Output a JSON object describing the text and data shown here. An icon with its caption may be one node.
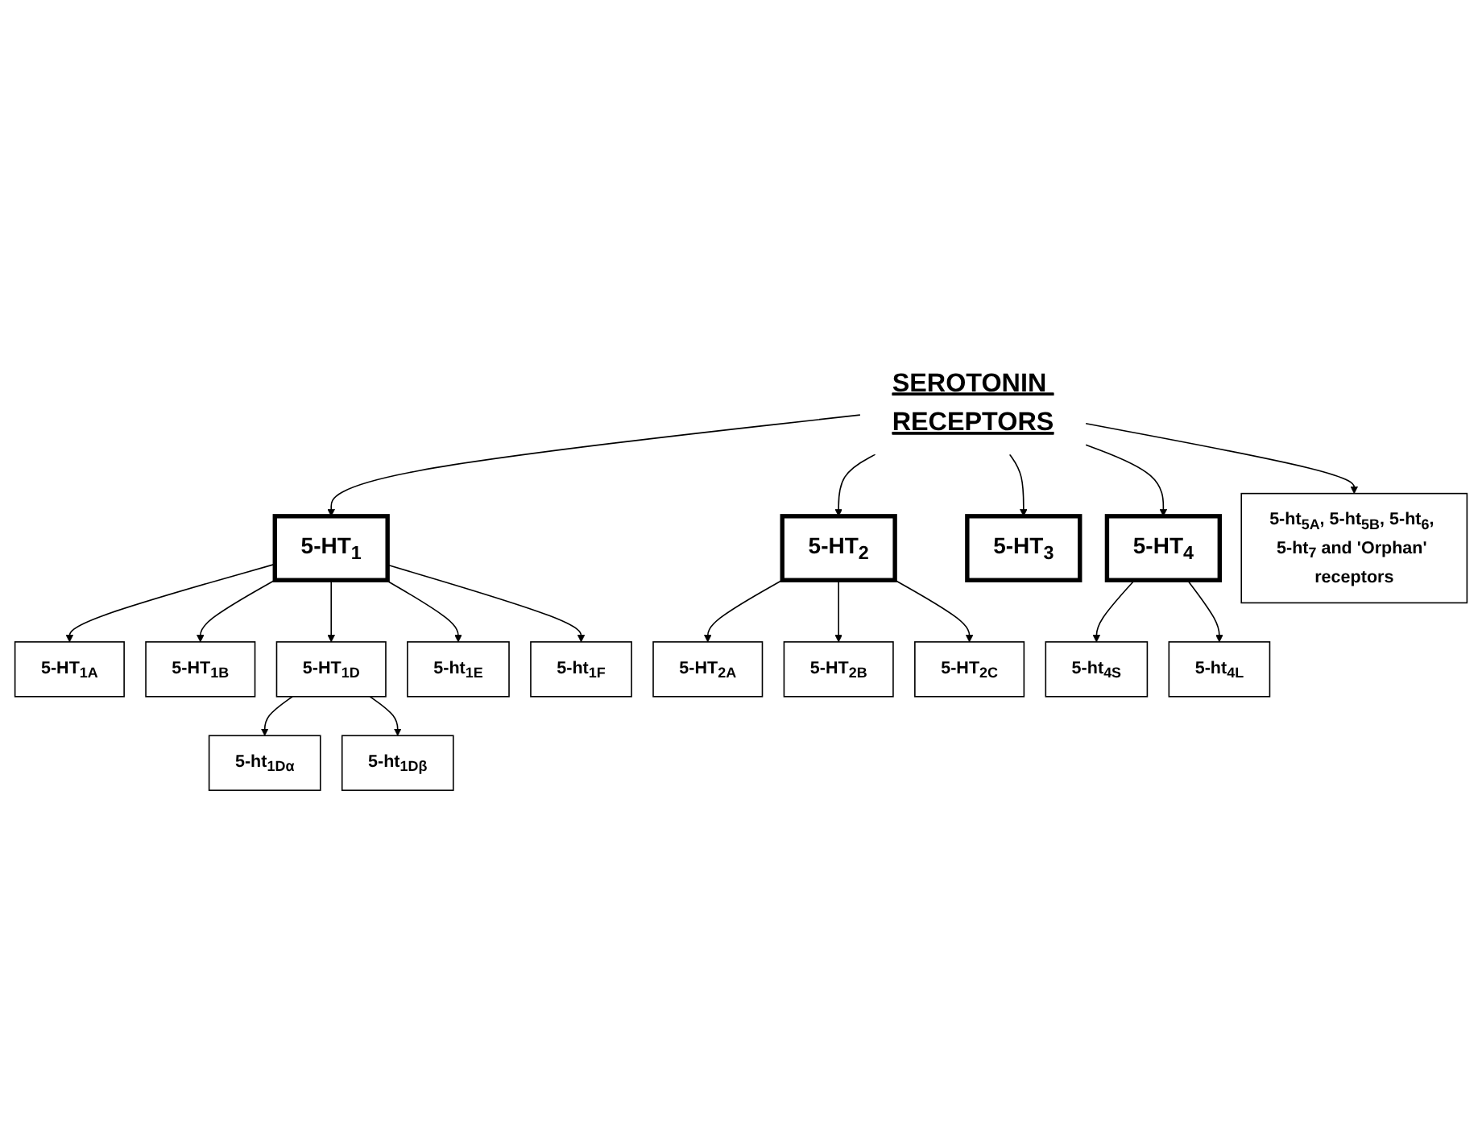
{
  "diagram": {
    "nodes": [
      {
        "text": [
          "SEROTONIN RECEPTORS"
        ]
      },
      {
        "text": [
          "5-HT$_{1}$"
        ]
      },
      {
        "text": [
          "5-HT$_{2}$"
        ]
      },
      {
        "text": [
          "5-HT$_{3}$"
        ]
      },
      {
        "text": [
          "5-HT$_{4}$"
        ]
      },
      {
        "text": [
          "5-HT$_{2A}$"
        ]
      },
      {
        "text": [
          "5-HT$_{2B}$"
        ]
      },
      {
        "text": [
          "5-HT$_{2C}$"
        ]
      },
      {
        "text": [
          "5-ht$_{4S}$"
        ]
      },
      {
        "text": [
          "5-HT$_{1A}$"
        ]
      },
      {
        "text": [
          "5-HT$_{1B}$"
        ]
      },
      {
        "text": [
          "5-HT$_{1D}$"
        ]
      },
      {
        "text": [
          "5-ht$_{4L}$"
        ]
      },
      {
        "text": [
          "5-ht$_{1E}$"
        ]
      },
      {
        "text": [
          "5-ht$_{1F}$"
        ]
      },
      {
        "text": [
          "5-ht$_{1Dα}$"
        ]
      },
      {
        "text": [
          "5-ht$_{1Dβ}$"
        ]
      },
      {
        "text": [
          "5-ht$_{5A}$, 5-ht$_{5B}$, 5-ht$_{6}$, 5-ht$_{7}$ and 'Orphan' receptors"
        ]
      }
    ],
    "edges": [
      {
        "from": 0,
        "to": 1,
        "arrow": "to"
      },
      {
        "from": 0,
        "to": 2,
        "arrow": "to"
      },
      {
        "from": 0,
        "to": 3,
        "arrow": "to"
      },
      {
        "from": 0,
        "to": 4,
        "arrow": "to"
      },
      {
        "from": 0,
        "to": 17,
        "arrow": "to"
      },
      {
        "from": 2,
        "to": 5,
        "arrow": "to"
      },
      {
        "from": 2,
        "to": 6,
        "arrow": "to"
      },
      {
        "from": 2,
        "to": 7,
        "arrow": "to"
      },
      {
        "from": 4,
        "to": 8,
        "arrow": "to"
      },
      {
        "from": 4,
        "to": 12,
        "arrow": "to"
      },
      {
        "from": 1,
        "to": 9,
        "arrow": "to"
      },
      {
        "from": 1,
        "to": 10,
        "arrow": "to"
      },
      {
        "from": 1,
        "to": 11,
        "arrow": "to"
      },
      {
        "from": 1,
        "to": 13,
        "arrow": "to"
      },
      {
        "from": 1,
        "to": 14,
        "arrow": "to"
      },
      {
        "from": 11,
        "to": 15,
        "arrow": "to"
      },
      {
        "from": 11,
        "to": 16,
        "arrow": "to"
      }
    ]
  }
}
